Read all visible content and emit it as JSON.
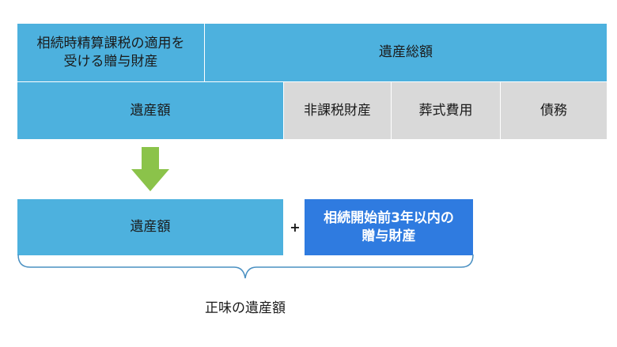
{
  "diagram": {
    "top_row": {
      "gift_label": "相続時精算課税の適用を\n受ける贈与財産",
      "total_label": "遺産総額"
    },
    "second_row": {
      "estate_label": "遺産額",
      "nontax_label": "非課税財産",
      "funeral_label": "葬式費用",
      "debt_label": "債務"
    },
    "third_row": {
      "estate_label": "遺産額",
      "plus_sign": "+",
      "gift_label": "相続開始前3年以内の\n贈与財産"
    },
    "net_label": "正味の遺産額"
  },
  "colors": {
    "light_blue": "#4db1de",
    "gray": "#d9d9d9",
    "dark_blue": "#2f7be0",
    "arrow_green": "#8bc34a",
    "brace_blue": "#4a90c2"
  },
  "icons": {
    "arrow": "down-arrow-icon",
    "brace": "curly-brace-icon"
  }
}
